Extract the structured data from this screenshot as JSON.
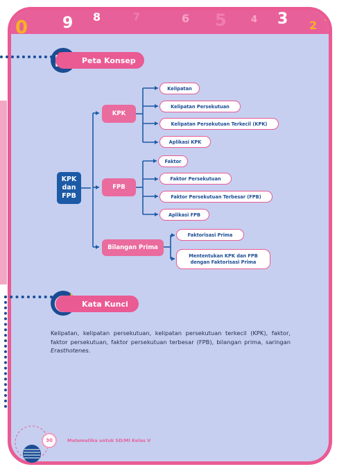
{
  "header": {
    "digits": [
      "0",
      "9",
      "8",
      "7",
      "6",
      "5",
      "4",
      "3",
      "2",
      "1"
    ]
  },
  "concept_map": {
    "title": "Peta Konsep",
    "root": "KPK dan FPB",
    "branches": [
      {
        "label": "KPK",
        "leaves": [
          "Kelipatan",
          "Kelipatan Persekutuan",
          "Kelipatan Persekutuan Terkecil (KPK)",
          "Aplikasi KPK"
        ]
      },
      {
        "label": "FPB",
        "leaves": [
          "Faktor",
          "Faktor Persekutuan",
          "Faktor Persekutuan Terbesar (FPB)",
          "Aplikasi FPB"
        ]
      },
      {
        "label": "Bilangan Prima",
        "leaves": [
          "Faktorisasi Prima",
          "Mententukan KPK dan FPB dengan Faktorisasi Prima"
        ]
      }
    ]
  },
  "keywords": {
    "title": "Kata Kunci",
    "text_main": "Kelipatan, kelipatan persekutuan, kelipatan persekutuan terkecil (KPK), faktor, faktor persekutuan, faktor persekutuan terbesar (FPB), bilangan prima, saringan ",
    "text_italic": "Erasthotenes",
    "text_end": "."
  },
  "footer": {
    "page_number": "30",
    "book_title": "Matematika untuk SD/MI Kelas V"
  },
  "colors": {
    "pink": "#ea5a93",
    "navy": "#1a4c94",
    "background": "#c6cff0"
  }
}
